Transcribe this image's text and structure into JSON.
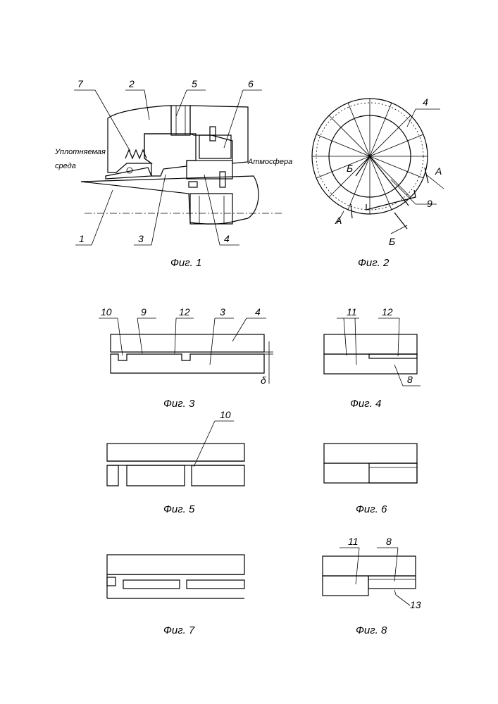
{
  "figures": {
    "fig1": {
      "caption": "Фиг. 1",
      "labels": [
        "7",
        "2",
        "5",
        "6",
        "1",
        "3",
        "4"
      ],
      "text_medium_line1": "Уплотняемая",
      "text_medium_line2": "среда",
      "text_atmosphere": "Атмосфера"
    },
    "fig2": {
      "caption": "Фиг. 2",
      "labels": [
        "4",
        "9"
      ],
      "section_a": "А",
      "section_b": "Б"
    },
    "fig3": {
      "caption": "Фиг. 3",
      "labels": [
        "10",
        "9",
        "12",
        "3",
        "4"
      ],
      "dim_label": "δ"
    },
    "fig4": {
      "caption": "Фиг. 4",
      "labels": [
        "11",
        "12",
        "8"
      ]
    },
    "fig5": {
      "caption": "Фиг. 5",
      "labels": [
        "10"
      ]
    },
    "fig6": {
      "caption": "Фиг. 6"
    },
    "fig7": {
      "caption": "Фиг. 7"
    },
    "fig8": {
      "caption": "Фиг. 8",
      "labels": [
        "11",
        "8",
        "13"
      ]
    }
  }
}
